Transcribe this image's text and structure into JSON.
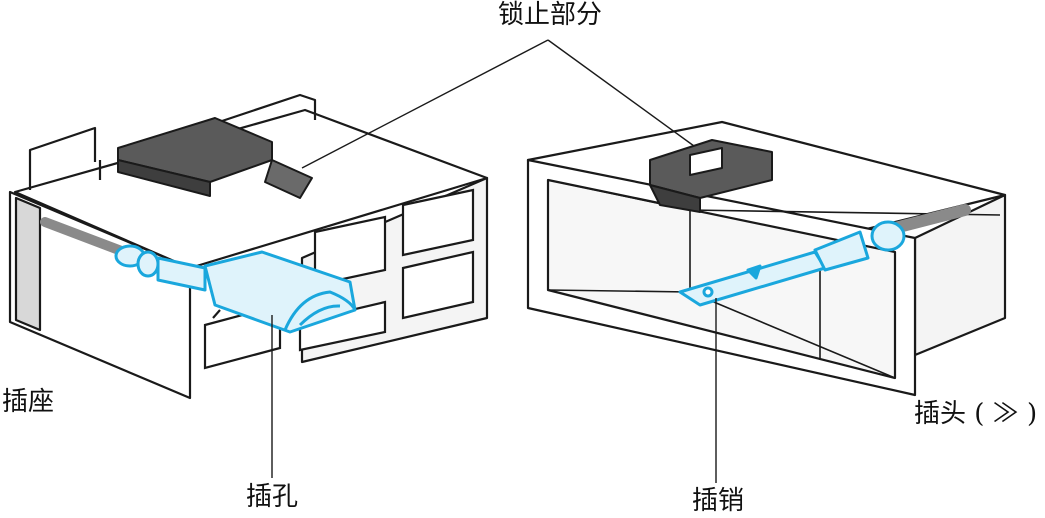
{
  "labels": {
    "lock_part": "锁止部分",
    "socket": "插座",
    "plug": "插头 ( ≫ )",
    "socket_hole": "插孔",
    "plug_pin": "插销"
  },
  "colors": {
    "terminal": "#1aa7dd",
    "terminal_fill": "#dff3fb",
    "housing": "#ffffff",
    "outline": "#1a1a1a",
    "lock_fill": "#5a5a5a",
    "wire": "#8a8a8a"
  }
}
